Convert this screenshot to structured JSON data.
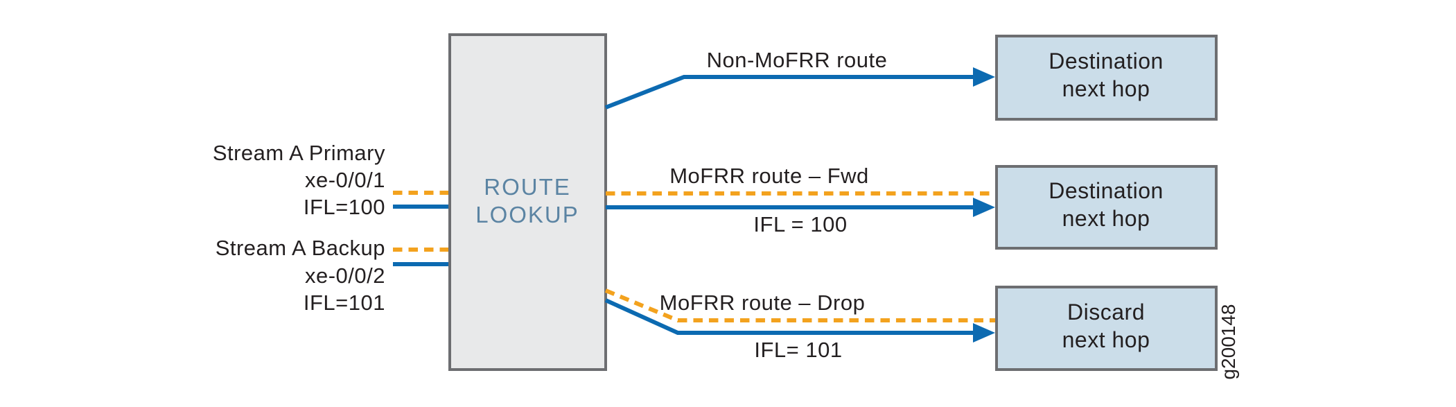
{
  "colors": {
    "route_blue": "#0c6ab1",
    "route_orange": "#f3a21e",
    "lookup_fill": "#e8e9ea",
    "lookup_text": "#5b84a3",
    "nexthop_fill": "#cbdde9",
    "box_border": "#6d6e71",
    "label_text": "#231f20"
  },
  "inputs": {
    "primary": {
      "stream": "Stream A Primary",
      "interface": "xe-0/0/1",
      "ifl": "IFL=100"
    },
    "backup": {
      "stream": "Stream A Backup",
      "interface": "xe-0/0/2",
      "ifl": "IFL=101"
    }
  },
  "lookup": {
    "line1": "ROUTE",
    "line2": "LOOKUP"
  },
  "routes": {
    "non_mofrr": {
      "label": "Non-MoFRR route"
    },
    "mofrr_fwd": {
      "label": "MoFRR route – Fwd",
      "ifl": "IFL = 100"
    },
    "mofrr_drop": {
      "label": "MoFRR route – Drop",
      "ifl": "IFL= 101"
    }
  },
  "nexthops": {
    "top": {
      "line1": "Destination",
      "line2": "next hop"
    },
    "middle": {
      "line1": "Destination",
      "line2": "next hop"
    },
    "bottom": {
      "line1": "Discard",
      "line2": "next hop"
    }
  },
  "figure_id": "g200148"
}
